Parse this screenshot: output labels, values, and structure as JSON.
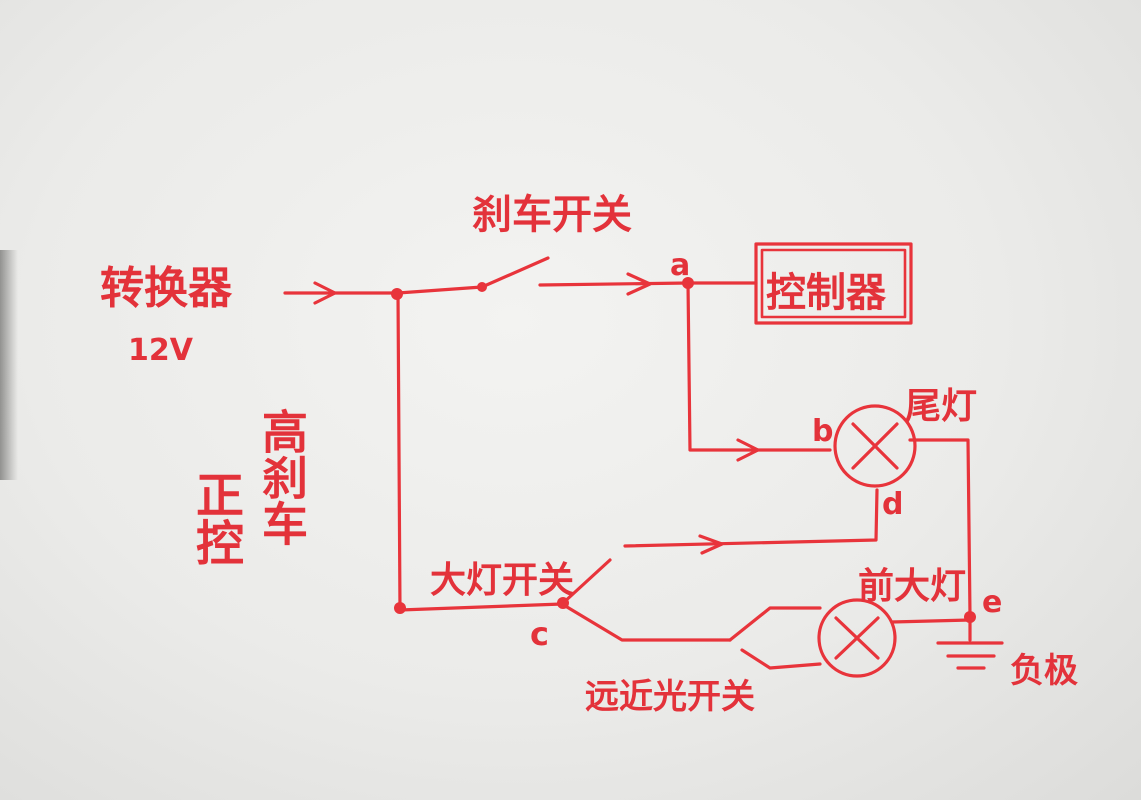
{
  "diagram": {
    "source": {
      "name": "转换器",
      "voltage": "12V"
    },
    "brake_switch": "刹车开关",
    "controller": "控制器",
    "tail_light": "尾灯",
    "headlight_switch": "大灯开关",
    "headlight": "前大灯",
    "high_low_switch": "远近光开关",
    "negative": "负极",
    "side_note_left": "正控",
    "side_note_right": "高刹车",
    "node_labels": {
      "a_top": "a",
      "b": "b",
      "c": "c",
      "d": "d",
      "e": "e"
    },
    "ink_color": "#e8343b"
  }
}
